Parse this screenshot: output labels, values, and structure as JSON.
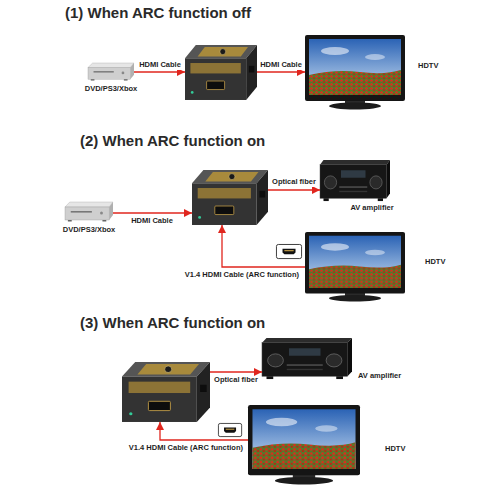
{
  "diagram": {
    "nodes": [
      {
        "text": [
          "DVD/PS3/Xbox"
        ]
      },
      {
        "text": []
      },
      {
        "text": [
          "HDTV"
        ]
      },
      {
        "text": [
          "DVD/PS3/Xbox"
        ]
      },
      {
        "text": []
      },
      {
        "text": [
          "AV amplifier"
        ]
      },
      {
        "text": [
          "HDTV"
        ]
      },
      {
        "text": []
      },
      {
        "text": [
          "AV amplifier"
        ]
      },
      {
        "text": [
          "HDTV"
        ]
      }
    ],
    "edges": [
      {
        "from": 0,
        "to": 1,
        "label": "HDMI Cable",
        "arrow": "to"
      },
      {
        "from": 1,
        "to": 2,
        "label": "HDMI Cable",
        "arrow": "to"
      },
      {
        "from": 3,
        "to": 4,
        "label": "HDMI Cable",
        "arrow": "to"
      },
      {
        "from": 4,
        "to": 5,
        "label": "Optical fiber",
        "arrow": "to"
      },
      {
        "from": 6,
        "to": 4,
        "label": "V1.4 HDMI Cable (ARC function)",
        "arrow": "to"
      },
      {
        "from": 7,
        "to": 8,
        "label": "Optical fiber",
        "arrow": "to"
      },
      {
        "from": 9,
        "to": 7,
        "label": "V1.4 HDMI Cable (ARC function)",
        "arrow": "to"
      }
    ],
    "labels": [
      "(1) When ARC function off",
      "(2) When ARC function on",
      "(3) When ARC function on"
    ]
  }
}
